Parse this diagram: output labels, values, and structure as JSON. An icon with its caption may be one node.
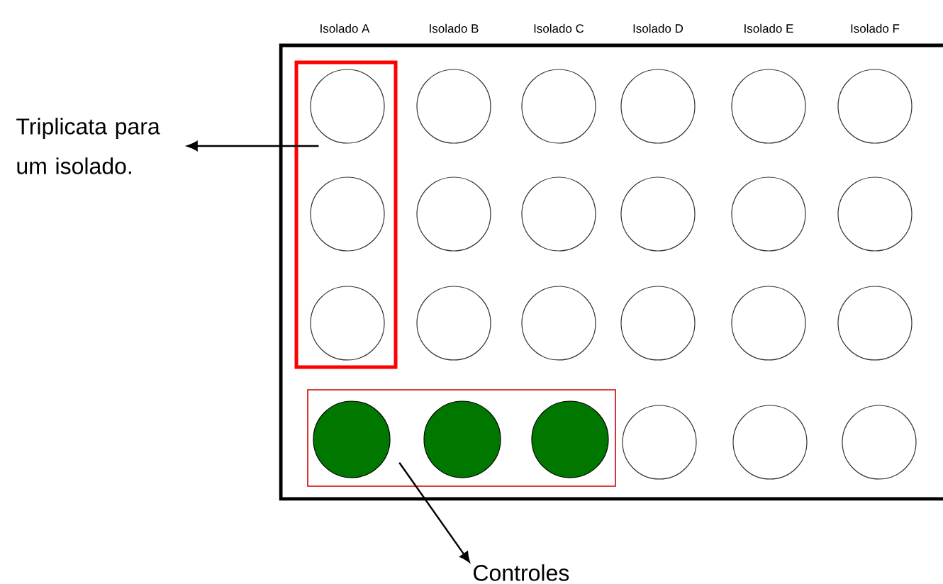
{
  "diagram": {
    "nodes": [
      {
        "text": [
          "Triplicata para um isolado."
        ]
      },
      {
        "text": [],
        "shape": "box"
      },
      {
        "text": [],
        "shape": "box"
      },
      {
        "text": [
          "Controles"
        ]
      }
    ],
    "edges": [
      {
        "from": 1,
        "to": 0,
        "arrow": "to"
      },
      {
        "from": 2,
        "to": 3,
        "arrow": "to"
      }
    ],
    "labels": [
      "Isolado A",
      "Isolado B",
      "Isolado C",
      "Isolado D",
      "Isolado E",
      "Isolado F"
    ]
  }
}
